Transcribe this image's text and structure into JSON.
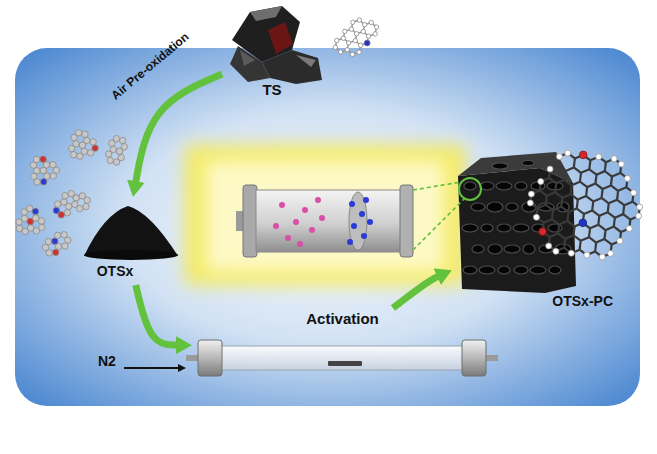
{
  "diagram": {
    "nodes": [
      {
        "text": [
          "TS"
        ]
      },
      {
        "text": [
          "OTSx"
        ]
      },
      {
        "text": [
          "Activation"
        ]
      },
      {
        "text": [
          "OTSx-PC"
        ]
      }
    ],
    "edges": [
      {
        "from": 0,
        "to": 1,
        "arrow": "to",
        "label": "Air Pre-oxidation"
      },
      {
        "from": 1,
        "to": 2,
        "arrow": "to"
      },
      {
        "from": 2,
        "to": 3,
        "arrow": "to"
      }
    ],
    "labels": [
      "N2"
    ]
  }
}
